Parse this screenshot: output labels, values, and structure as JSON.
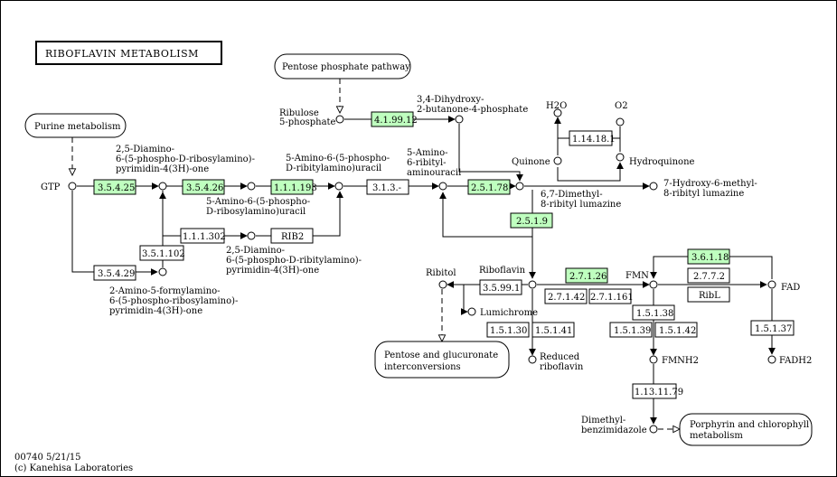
{
  "title": "RIBOFLAVIN METABOLISM",
  "pathways": {
    "pentose_phosphate": "Pentose phosphate pathway",
    "purine": "Purine metabolism",
    "pentose_glucuronate_1": "Pentose and glucuronate",
    "pentose_glucuronate_2": "interconversions",
    "porphyrin_1": "Porphyrin and chlorophyll",
    "porphyrin_2": "metabolism"
  },
  "compounds": {
    "gtp": "GTP",
    "ribulose_1": "Ribulose",
    "ribulose_2": "5-phosphate",
    "dihydroxy_1": "3,4-Dihydroxy-",
    "dihydroxy_2": "2-butanone-4-phosphate",
    "diamino_1": "2,5-Diamino-",
    "diamino_2": "6-(5-phospho-D-ribosylamino)-",
    "diamino_3": "pyrimidin-4(3H)-one",
    "amino_phospho_ribityl_1": "5-Amino-6-(5-phospho-",
    "amino_phospho_ribityl_2": "D-ribitylamino)uracil",
    "amino_phospho_ribosyl_1": "5-Amino-6-(5-phospho-",
    "amino_phospho_ribosyl_2": "D-ribosylamino)uracil",
    "diamino_ribityl_1": "2,5-Diamino-",
    "diamino_ribityl_2": "6-(5-phospho-D-ribitylamino)-",
    "diamino_ribityl_3": "pyrimidin-4(3H)-one",
    "formylamino_1": "2-Amino-5-formylamino-",
    "formylamino_2": "6-(5-phospho-ribosylamino)-",
    "formylamino_3": "pyrimidin-4(3H)-one",
    "amino_ribityl_1": "5-Amino-",
    "amino_ribityl_2": "6-ribityl-",
    "amino_ribityl_3": "aminouracil",
    "lumazine_1": "6,7-Dimethyl-",
    "lumazine_2": "8-ribityl lumazine",
    "hydroxy_lumazine_1": "7-Hydroxy-6-methyl-",
    "hydroxy_lumazine_2": "8-ribityl lumazine",
    "h2o": "H2O",
    "o2": "O2",
    "quinone": "Quinone",
    "hydroquinone": "Hydroquinone",
    "riboflavin": "Riboflavin",
    "ribitol": "Ribitol",
    "lumichrome": "Lumichrome",
    "reduced_rf_1": "Reduced",
    "reduced_rf_2": "riboflavin",
    "fmn": "FMN",
    "fad": "FAD",
    "fmnh2": "FMNH2",
    "fadh2": "FADH2",
    "dimethylbenz_1": "Dimethyl-",
    "dimethylbenz_2": "benzimidazole"
  },
  "enzymes": {
    "e_3_5_4_25": "3.5.4.25",
    "e_3_5_4_26": "3.5.4.26",
    "e_1_1_1_193": "1.1.1.193",
    "e_3_1_3": "3.1.3.-",
    "e_2_5_1_78": "2.5.1.78",
    "e_4_1_99_12": "4.1.99.12",
    "e_1_1_1_302": "1.1.1.302",
    "e_rib2": "RIB2",
    "e_3_5_1_102": "3.5.1.102",
    "e_3_5_4_29": "3.5.4.29",
    "e_2_5_1_9": "2.5.1.9",
    "e_1_14_18_1": "1.14.18.1",
    "e_3_5_99_1": "3.5.99.1",
    "e_1_5_1_30": "1.5.1.30",
    "e_1_5_1_41": "1.5.1.41",
    "e_2_7_1_26": "2.7.1.26",
    "e_2_7_1_42": "2.7.1.42",
    "e_2_7_1_161": "2.7.1.161",
    "e_3_6_1_18": "3.6.1.18",
    "e_2_7_7_2": "2.7.7.2",
    "e_ribl": "RibL",
    "e_1_5_1_38": "1.5.1.38",
    "e_1_5_1_39": "1.5.1.39",
    "e_1_5_1_42": "1.5.1.42",
    "e_1_5_1_37": "1.5.1.37",
    "e_1_13_11_79": "1.13.11.79"
  },
  "colors": {
    "enzyme_found": "#bfffbf",
    "enzyme_default": "#ffffff",
    "line": "#000000"
  },
  "footer": {
    "map_id": "00740 5/21/15",
    "credit": "(c) Kanehisa Laboratories"
  }
}
